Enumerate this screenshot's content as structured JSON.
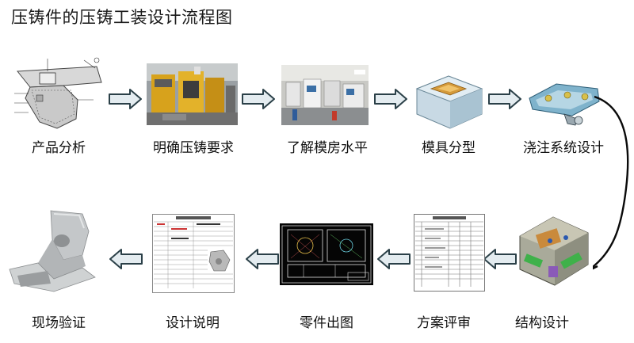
{
  "title": "压铸件的压铸工装设计流程图",
  "steps": [
    {
      "label": "产品分析",
      "image": "product-drawing"
    },
    {
      "label": "明确压铸要求",
      "image": "die-casting-machine-photo"
    },
    {
      "label": "了解模房水平",
      "image": "mold-workshop-photo"
    },
    {
      "label": "模具分型",
      "image": "parting-model"
    },
    {
      "label": "浇注系统设计",
      "image": "gating-system-model"
    },
    {
      "label": "结构设计",
      "image": "mold-structure-model"
    },
    {
      "label": "方案评审",
      "image": "review-form"
    },
    {
      "label": "零件出图",
      "image": "cad-drawing"
    },
    {
      "label": "设计说明",
      "image": "design-spec-sheet"
    },
    {
      "label": "现场验证",
      "image": "cast-part-render"
    }
  ],
  "colors": {
    "arrow_fill": "#e4ecf0",
    "arrow_stroke": "#2b4048",
    "connector": "#0a0a0a"
  }
}
